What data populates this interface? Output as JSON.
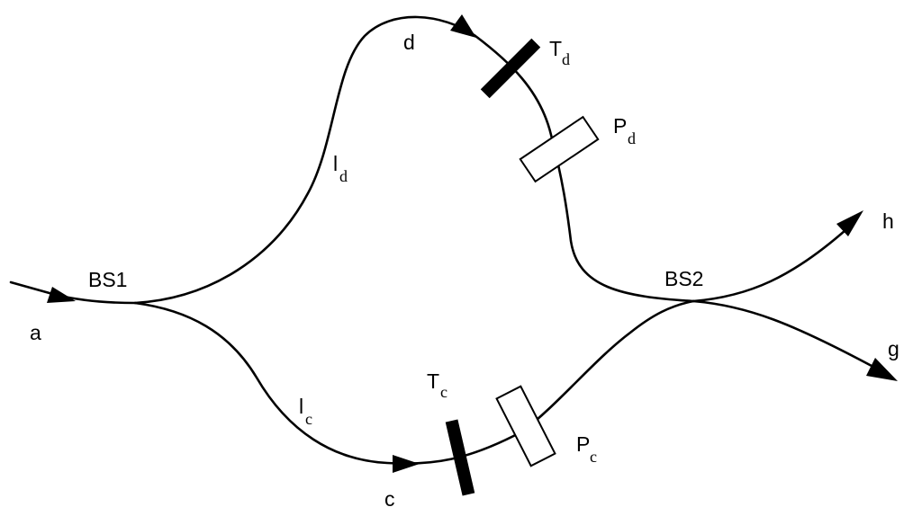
{
  "diagram": {
    "input_port": "a",
    "beam_splitter_1": "BS1",
    "beam_splitter_2": "BS2",
    "upper_arm": {
      "label": "d",
      "length_symbol": "l",
      "length_subscript": "d",
      "shifter_symbol": "T",
      "shifter_subscript": "d",
      "plate_symbol": "P",
      "plate_subscript": "d"
    },
    "lower_arm": {
      "label": "c",
      "length_symbol": "l",
      "length_subscript": "c",
      "shifter_symbol": "T",
      "shifter_subscript": "c",
      "plate_symbol": "P",
      "plate_subscript": "c"
    },
    "output_upper": "h",
    "output_lower": "g",
    "colors": {
      "line": "#000000",
      "shifter_fill": "#000000",
      "plate_fill": "#ffffff"
    }
  }
}
